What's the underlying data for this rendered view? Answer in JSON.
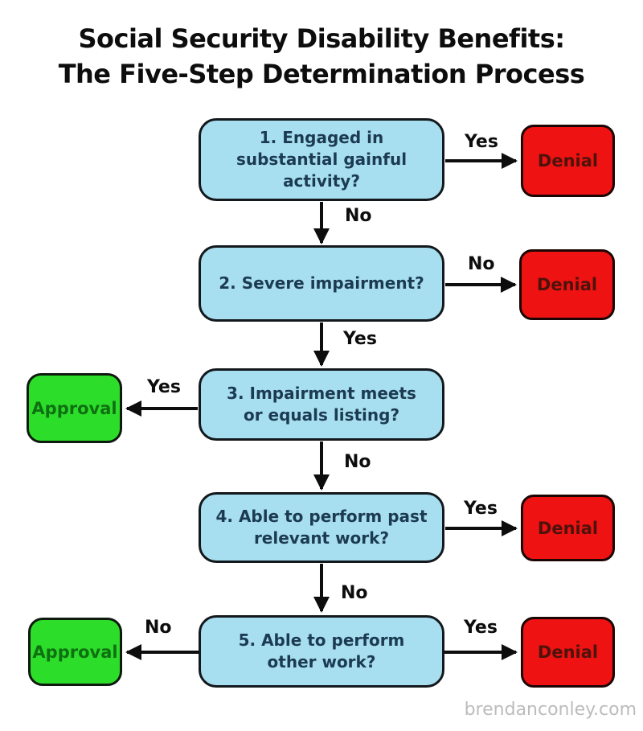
{
  "title": {
    "line1": "Social Security Disability Benefits:",
    "line2": "The Five-Step Determination Process"
  },
  "watermark": "brendanconley.com",
  "colors": {
    "background": "#ffffff",
    "step_fill": "#a7dff0",
    "step_text": "#1c3b52",
    "denial_fill": "#ee1212",
    "denial_text": "#4d130b",
    "approval_fill": "#2cde2a",
    "approval_text": "#0f7012",
    "arrow": "#0d0d0d",
    "watermark_text": "#bcbcbc"
  },
  "diagram": {
    "type": "flowchart",
    "steps": [
      {
        "id": "step-1",
        "label": "1. Engaged in substantial gainful activity?"
      },
      {
        "id": "step-2",
        "label": "2. Severe impairment?"
      },
      {
        "id": "step-3",
        "label": "3. Impairment meets or equals listing?"
      },
      {
        "id": "step-4",
        "label": "4. Able to perform past relevant work?"
      },
      {
        "id": "step-5",
        "label": "5. Able to perform other work?"
      }
    ],
    "outcomes": {
      "denial_label": "Denial",
      "approval_label": "Approval",
      "denial_count": 4,
      "approval_count": 2
    },
    "edges": [
      {
        "from": "step-1",
        "to": "denial-1",
        "answer": "Yes",
        "direction": "right"
      },
      {
        "from": "step-1",
        "to": "step-2",
        "answer": "No",
        "direction": "down"
      },
      {
        "from": "step-2",
        "to": "denial-2",
        "answer": "No",
        "direction": "right"
      },
      {
        "from": "step-2",
        "to": "step-3",
        "answer": "Yes",
        "direction": "down"
      },
      {
        "from": "step-3",
        "to": "approval-1",
        "answer": "Yes",
        "direction": "left"
      },
      {
        "from": "step-3",
        "to": "step-4",
        "answer": "No",
        "direction": "down"
      },
      {
        "from": "step-4",
        "to": "denial-3",
        "answer": "Yes",
        "direction": "right"
      },
      {
        "from": "step-4",
        "to": "step-5",
        "answer": "No",
        "direction": "down"
      },
      {
        "from": "step-5",
        "to": "approval-2",
        "answer": "No",
        "direction": "left"
      },
      {
        "from": "step-5",
        "to": "denial-4",
        "answer": "Yes",
        "direction": "right"
      }
    ]
  }
}
